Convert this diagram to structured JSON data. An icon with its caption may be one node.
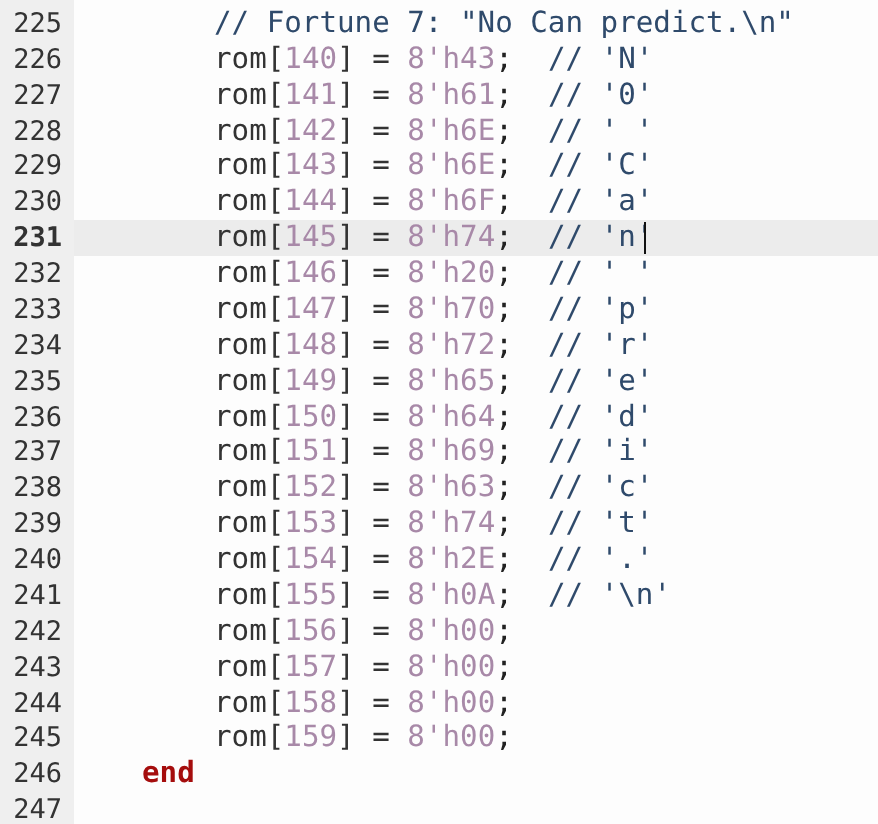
{
  "diagram": {
    "labels": [
      "225",
      "// Fortune 7: \"No Can predict.\\n\"",
      "226",
      "rom[140] = 8'h43;  // 'N'",
      "227",
      "rom[141] = 8'h61;  // '0'",
      "228",
      "rom[142] = 8'h6E;  // ' '",
      "229",
      "rom[143] = 8'h6E;  // 'C'",
      "230",
      "rom[144] = 8'h6F;  // 'a'",
      "231",
      "rom[145] = 8'h74;  // 'n'",
      "232",
      "rom[146] = 8'h20;  // ' '",
      "233",
      "rom[147] = 8'h70;  // 'p'",
      "234",
      "rom[148] = 8'h72;  // 'r'",
      "235",
      "rom[149] = 8'h65;  // 'e'",
      "236",
      "rom[150] = 8'h64;  // 'd'",
      "237",
      "rom[151] = 8'h69;  // 'i'",
      "238",
      "rom[152] = 8'h63;  // 'c'",
      "239",
      "rom[153] = 8'h74;  // 't'",
      "240",
      "rom[154] = 8'h2E;  // '.'",
      "241",
      "rom[155] = 8'h0A;  // '\\n'",
      "242",
      "rom[156] = 8'h00;",
      "243",
      "rom[157] = 8'h00;",
      "244",
      "rom[158] = 8'h00;",
      "245",
      "rom[159] = 8'h00;",
      "246",
      "end",
      "247"
    ]
  }
}
